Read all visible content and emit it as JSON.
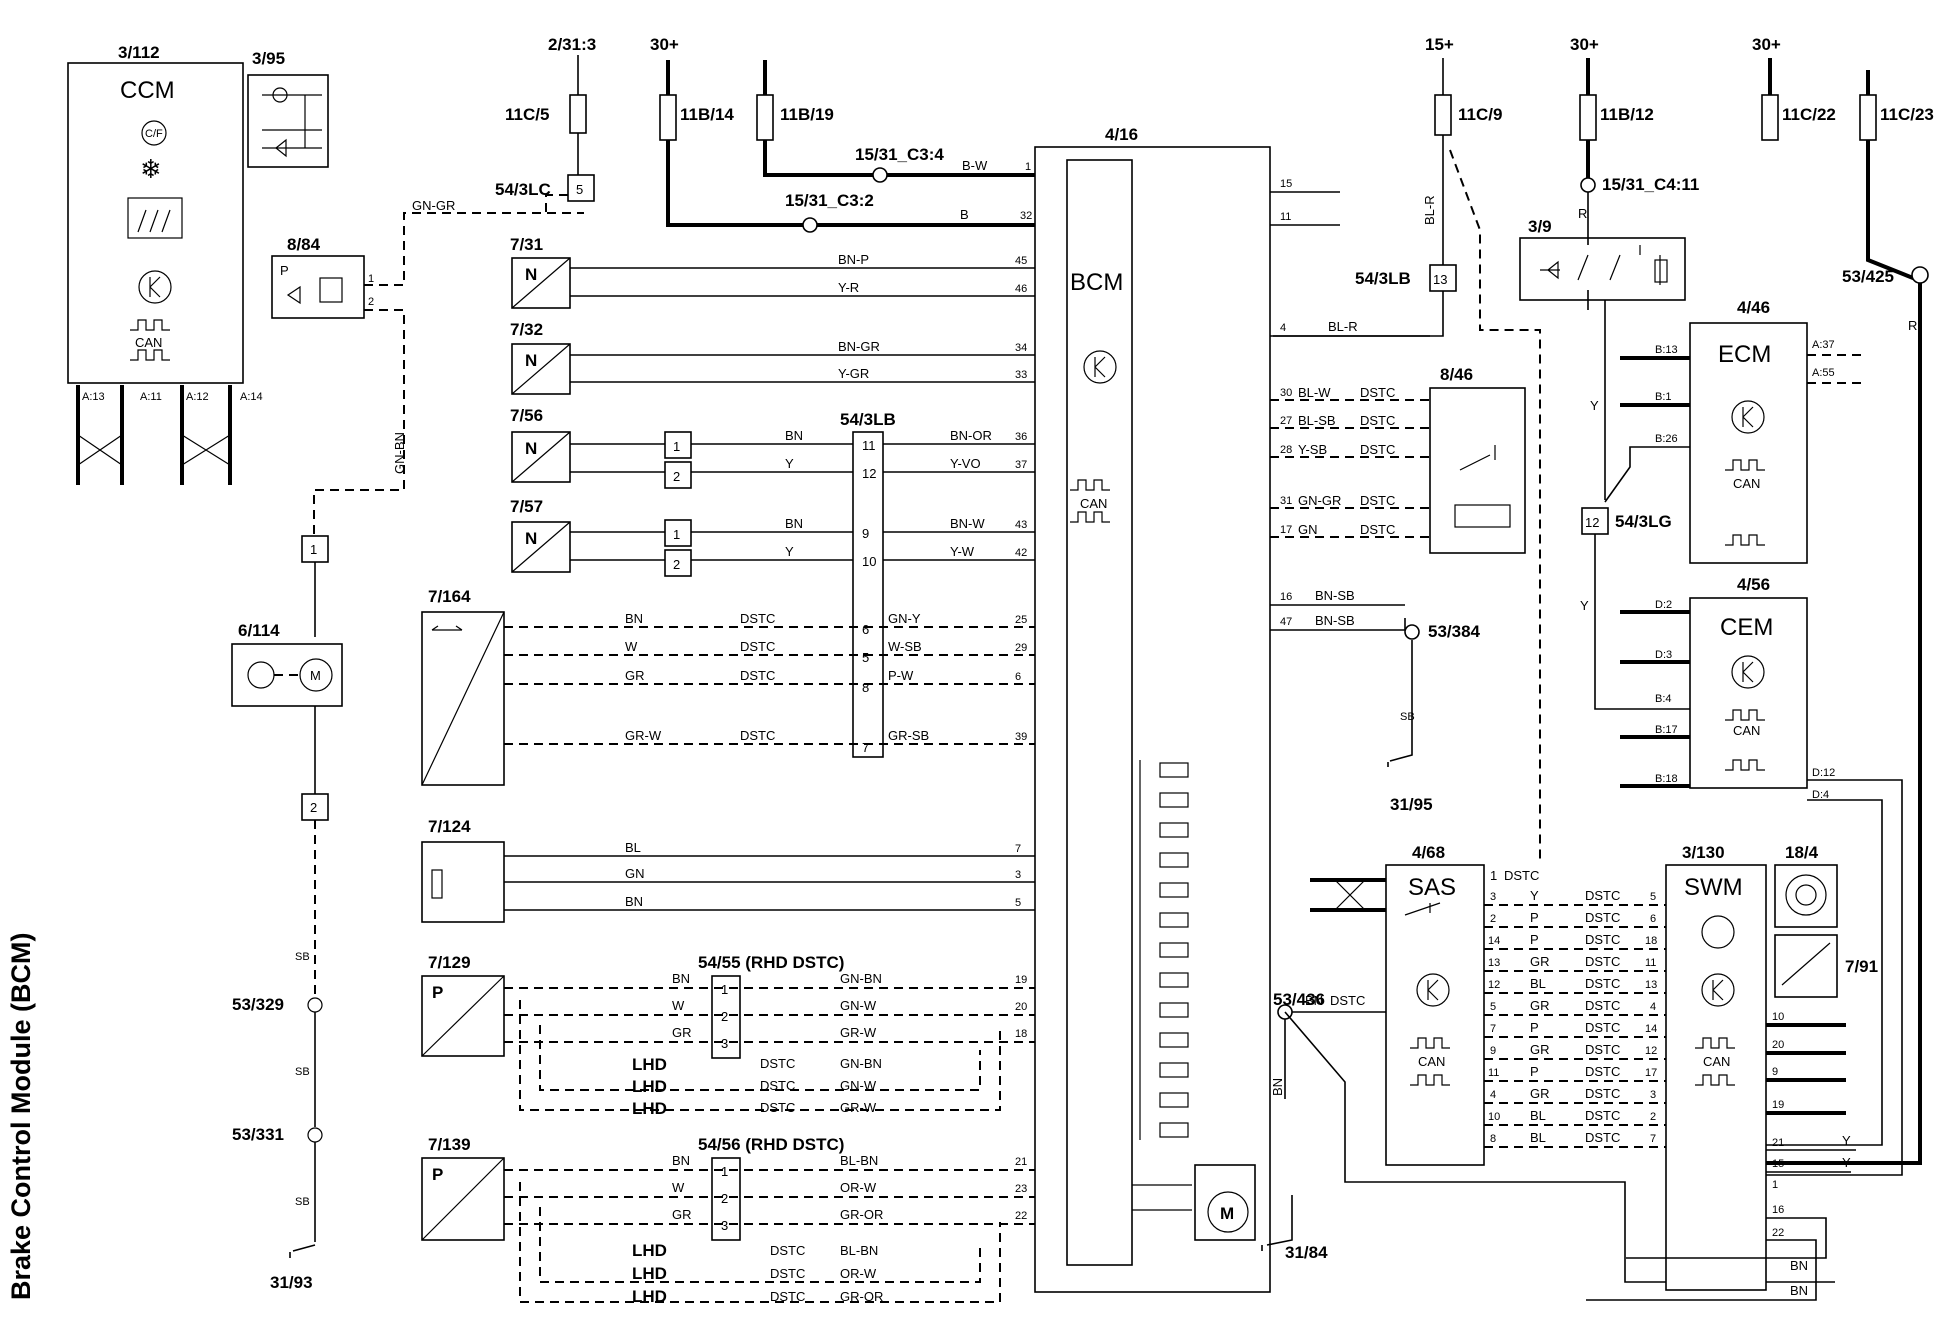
{
  "title": "Brake Control Module (BCM)",
  "components": {
    "ccm": {
      "ref": "3/112",
      "name": "CCM",
      "sym": "C/F",
      "can": "CAN",
      "pins": [
        "A:13",
        "A:11",
        "A:12",
        "A:14"
      ]
    },
    "c3_95": {
      "ref": "3/95"
    },
    "c8_84": {
      "ref": "8/84",
      "p": "P",
      "pins": [
        "1",
        "2"
      ]
    },
    "m6_114": {
      "ref": "6/114",
      "m": "M"
    },
    "bcm": {
      "ref": "4/16",
      "name": "BCM",
      "can": "CAN",
      "m": "M"
    },
    "s7_31": {
      "ref": "7/31",
      "n": "N"
    },
    "s7_32": {
      "ref": "7/32",
      "n": "N"
    },
    "s7_56": {
      "ref": "7/56",
      "n": "N"
    },
    "s7_57": {
      "ref": "7/57",
      "n": "N"
    },
    "s7_164": {
      "ref": "7/164"
    },
    "s7_124": {
      "ref": "7/124"
    },
    "s7_129": {
      "ref": "7/129",
      "p": "P"
    },
    "s7_139": {
      "ref": "7/139",
      "p": "P"
    },
    "c8_46": {
      "ref": "8/46"
    },
    "c3_9": {
      "ref": "3/9"
    },
    "ecm": {
      "ref": "4/46",
      "name": "ECM",
      "can": "CAN",
      "pins": [
        "A:37",
        "A:55",
        "B:13",
        "B:1",
        "B:26"
      ]
    },
    "cem": {
      "ref": "4/56",
      "name": "CEM",
      "can": "CAN",
      "pins": [
        "D:2",
        "D:3",
        "B:4",
        "B:17",
        "B:18",
        "D:12",
        "D:4"
      ]
    },
    "sas": {
      "ref": "4/68",
      "name": "SAS",
      "can": "CAN"
    },
    "swm": {
      "ref": "3/130",
      "name": "SWM",
      "can": "CAN"
    },
    "c18_4": {
      "ref": "18/4"
    },
    "c7_91": {
      "ref": "7/91"
    }
  },
  "power": {
    "p2_31_3": "2/31:3",
    "p30a": "30+",
    "p15": "15+",
    "p30b": "30+",
    "p30c": "30+"
  },
  "fuses": {
    "f11c5": "11C/5",
    "f11b14": "11B/14",
    "f11b19": "11B/19",
    "f11c9": "11C/9",
    "f11b12": "11B/12",
    "f11c22": "11C/22",
    "f11c23": "11C/23"
  },
  "splices": {
    "s15_31_c34": "15/31_C3:4",
    "s15_31_c32": "15/31_C3:2",
    "s15_31_c411": "15/31_C4:11",
    "s53_425": "53/425",
    "s53_384": "53/384",
    "s53_329": "53/329",
    "s53_331": "53/331",
    "s53_436": "53/436"
  },
  "grounds": {
    "g31_95": "31/95",
    "g31_93": "31/93",
    "g31_84": "31/84"
  },
  "connectors": {
    "c54_3lc": "54/3LC",
    "c54_3lc_pin": "5",
    "c54_3lb_top": "54/3LB",
    "c54_3lb_top_pin": "13",
    "c54_3lb": "54/3LB",
    "c54_3lb_pins": [
      "11",
      "12",
      "9",
      "10",
      "6",
      "5",
      "8",
      "7"
    ],
    "c54_3lg": "54/3LG",
    "c54_3lg_pin": "12",
    "c54_55": "54/55 (RHD DSTC)",
    "c54_56": "54/56 (RHD DSTC)",
    "ccm_conn": [
      "1",
      "2"
    ],
    "inline_pins": [
      "1",
      "2",
      "3"
    ]
  },
  "wires": {
    "bw": "B-W",
    "b": "B",
    "gngr": "GN-GR",
    "gnbn": "GN-BN",
    "blr": "BL-R",
    "blr2": "BL-R",
    "r": "R",
    "r2": "R",
    "r3": "R",
    "bnp": "BN-P",
    "yr": "Y-R",
    "bngr": "BN-GR",
    "ygr": "Y-GR",
    "bn": "BN",
    "y": "Y",
    "bnor": "BN-OR",
    "yvo": "Y-VO",
    "bnw": "BN-W",
    "yw": "Y-W",
    "w": "W",
    "gr": "GR",
    "grw": "GR-W",
    "gny": "GN-Y",
    "wsb": "W-SB",
    "pw": "P-W",
    "grsb": "GR-SB",
    "dstc": "DSTC",
    "blw": "BL-W",
    "blsb": "BL-SB",
    "ysb": "Y-SB",
    "gngr2": "GN-GR",
    "gn": "GN",
    "bnsb": "BN-SB",
    "sb": "SB",
    "bl": "BL",
    "gnw": "GN-W",
    "grw2": "GR-W",
    "blbn": "BL-BN",
    "orw": "OR-W",
    "gror": "GR-OR",
    "lhd": "LHD",
    "p": "P"
  },
  "bcm_pins": {
    "p1": "1",
    "p32": "32",
    "p45": "45",
    "p46": "46",
    "p34": "34",
    "p33": "33",
    "p36": "36",
    "p37": "37",
    "p43": "43",
    "p42": "42",
    "p25": "25",
    "p29": "29",
    "p6": "6",
    "p39": "39",
    "p7": "7",
    "p3": "3",
    "p5": "5",
    "p19": "19",
    "p20": "20",
    "p18": "18",
    "p21": "21",
    "p23": "23",
    "p22": "22",
    "r15": "15",
    "r11": "11",
    "r4": "4",
    "r30": "30",
    "r27": "27",
    "r28": "28",
    "r31": "31",
    "r17": "17",
    "r16": "16",
    "r47": "47"
  },
  "sas_pins": [
    "1",
    "3",
    "2",
    "14",
    "13",
    "12",
    "5",
    "7",
    "9",
    "11",
    "4",
    "10",
    "8"
  ],
  "swm_pins": [
    "5",
    "6",
    "18",
    "11",
    "13",
    "4",
    "14",
    "12",
    "17",
    "3",
    "2",
    "7"
  ],
  "swm_left_pins": [
    "10",
    "20",
    "9",
    "19",
    "21",
    "15",
    "1",
    "16",
    "22"
  ]
}
